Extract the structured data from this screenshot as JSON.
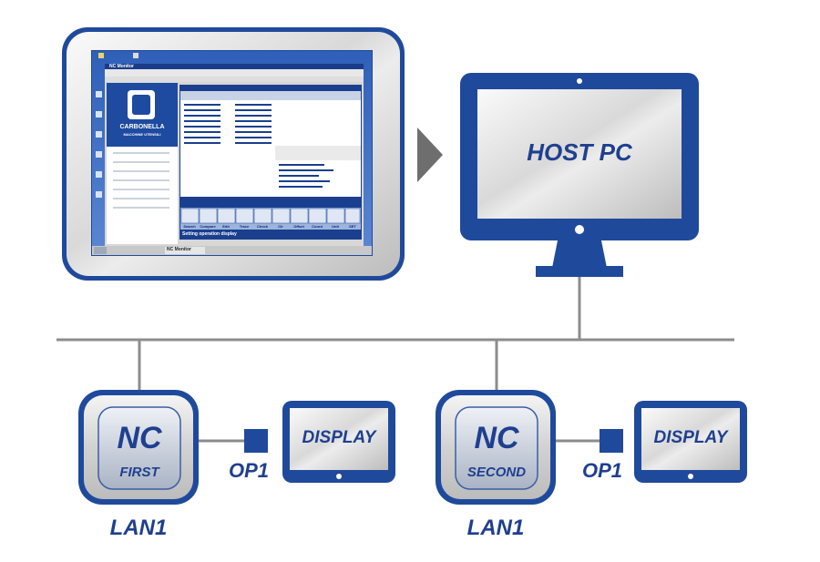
{
  "diagram": {
    "host": {
      "label": "HOST PC"
    },
    "nodes": [
      {
        "nc_label": "NC",
        "sub_label": "FIRST",
        "op_label": "OP1",
        "lan_label": "LAN1",
        "display_label": "DISPLAY"
      },
      {
        "nc_label": "NC",
        "sub_label": "SECOND",
        "op_label": "OP1",
        "lan_label": "LAN1",
        "display_label": "DISPLAY"
      }
    ],
    "screenshot": {
      "brand_name": "CARBONELLA",
      "brand_tagline": "MACCHINE UTENSILI",
      "window_title": "NC Monitor",
      "taskbar_item": "NC Monitor",
      "status_text": "Setting operation display",
      "softkeys": [
        "Search",
        "Compare",
        "Edit",
        "Trace",
        "Check",
        "Clr",
        "Offset",
        "Coord",
        "Unit",
        "SET"
      ]
    },
    "colors": {
      "primary": "#1f4a9c",
      "accent": "#1f3f8f",
      "line": "#8c8c8c",
      "arrow": "#6e6e6e"
    }
  }
}
